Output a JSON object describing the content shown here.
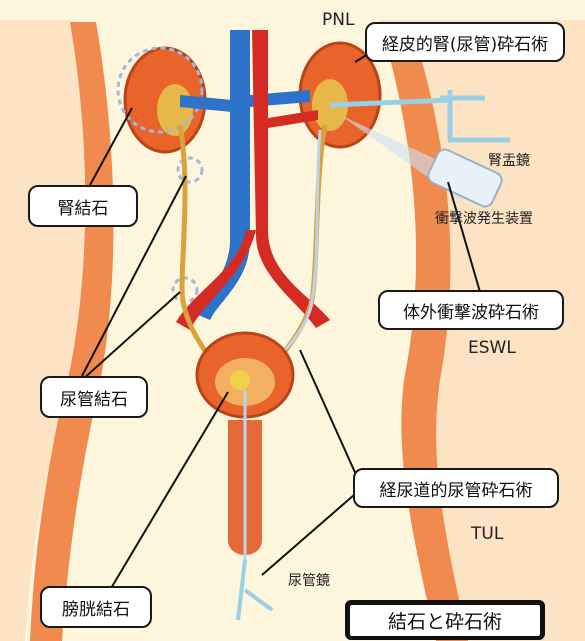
{
  "labels": {
    "pnl_abbr": "PNL",
    "pnl": "経皮的腎(尿管)砕石術",
    "nephroscope": "腎盂鏡",
    "shockwave_device": "衝撃波発生装置",
    "eswl": "体外衝撃波砕石術",
    "eswl_abbr": "ESWL",
    "tul": "経尿道的尿管砕石術",
    "tul_abbr": "TUL",
    "ureteroscope": "尿管鏡",
    "kidney_stone": "腎結石",
    "ureter_stone": "尿管結石",
    "bladder_stone": "膀胱結石",
    "title": "結石と砕石術"
  },
  "colors": {
    "background": "#fdf6dd",
    "body_side": "#f08a4e",
    "kidney": "#e8642a",
    "vein": "#2d73c9",
    "artery": "#d42b24",
    "ureter": "#d9a23c"
  }
}
